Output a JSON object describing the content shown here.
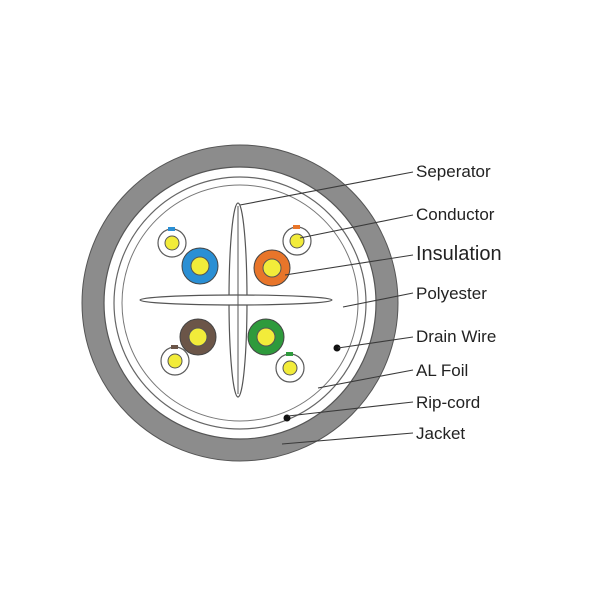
{
  "labels": {
    "separator": "Seperator",
    "conductor": "Conductor",
    "insulation": "Insulation",
    "polyester": "Polyester",
    "drain_wire": "Drain Wire",
    "al_foil": "AL Foil",
    "rip_cord": "Rip-cord",
    "jacket": "Jacket"
  },
  "colors": {
    "jacket": "#8c8c8c",
    "conductor": "#f2ec3a",
    "blue": "#2a8fd4",
    "orange": "#e8752a",
    "brown": "#6b5548",
    "green": "#2e9a3c",
    "stripe_blue": "#2a8fd4",
    "stripe_orange": "#e8752a",
    "stripe_brown": "#6b5548",
    "stripe_green": "#2e9a3c"
  }
}
